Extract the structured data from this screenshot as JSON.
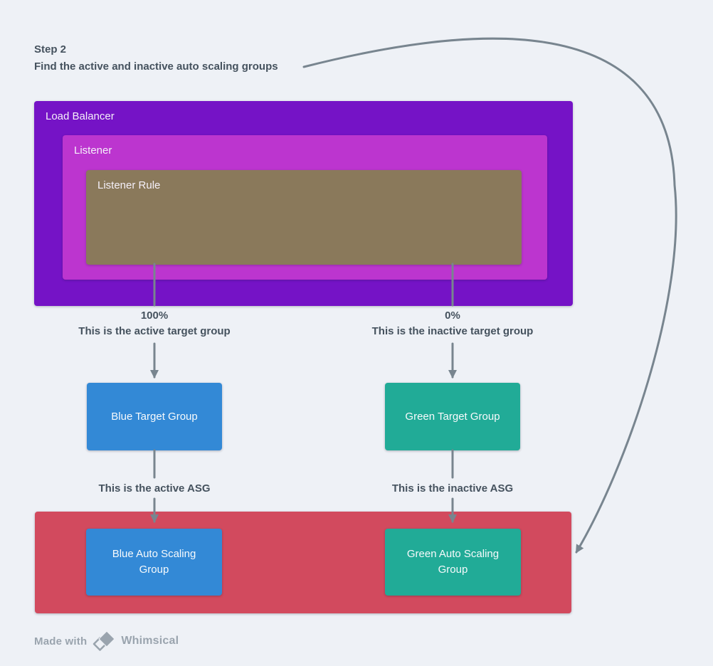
{
  "title": {
    "line1": "Step 2",
    "line2": "Find the active and inactive auto scaling groups"
  },
  "diagram": {
    "load_balancer": {
      "label": "Load Balancer",
      "color": "#7513c6"
    },
    "listener": {
      "label": "Listener",
      "color": "#bc35cf"
    },
    "listener_rule": {
      "label": "Listener Rule",
      "color": "#8a795b"
    },
    "blue_target_group": {
      "label": "Blue Target Group",
      "color": "#3389d6"
    },
    "green_target_group": {
      "label": "Green Target Group",
      "color": "#21ab97"
    },
    "asg_container": {
      "color": "#d24a5e"
    },
    "blue_asg": {
      "label": "Blue Auto Scaling Group",
      "color": "#3389d6"
    },
    "green_asg": {
      "label": "Green Auto Scaling Group",
      "color": "#21ab97"
    },
    "annotations": {
      "left_percent": "100%",
      "left_target_note": "This is the active target group",
      "right_percent": "0%",
      "right_target_note": "This is the inactive target group",
      "left_asg_note": "This is the active ASG",
      "right_asg_note": "This is the inactive ASG"
    },
    "arrow_color": "#78858f"
  },
  "footer": {
    "made_with": "Made with",
    "brand": "Whimsical",
    "logo_icon": "whimsical-diamond-logo"
  },
  "colors": {
    "background": "#eef1f6",
    "text": "#45525e",
    "footer_text": "#9aa4ae"
  }
}
